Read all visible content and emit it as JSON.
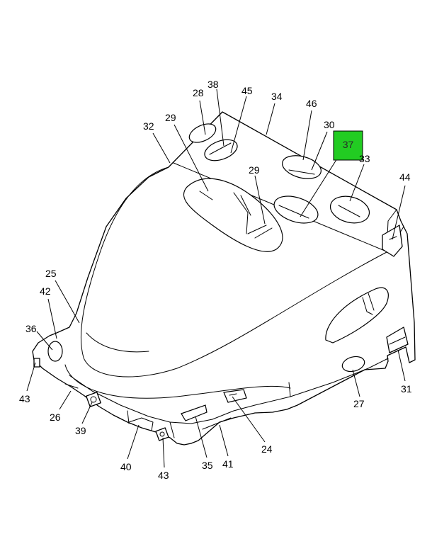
{
  "highlight": {
    "label": "37",
    "color": "#22cc22"
  },
  "callouts": [
    {
      "key": "c28",
      "text": "28"
    },
    {
      "key": "c38",
      "text": "38"
    },
    {
      "key": "c45",
      "text": "45"
    },
    {
      "key": "c34",
      "text": "34"
    },
    {
      "key": "c46",
      "text": "46"
    },
    {
      "key": "c32",
      "text": "32"
    },
    {
      "key": "c29a",
      "text": "29"
    },
    {
      "key": "c30",
      "text": "30"
    },
    {
      "key": "c33",
      "text": "33"
    },
    {
      "key": "c29b",
      "text": "29"
    },
    {
      "key": "c44",
      "text": "44"
    },
    {
      "key": "c25",
      "text": "25"
    },
    {
      "key": "c42",
      "text": "42"
    },
    {
      "key": "c36",
      "text": "36"
    },
    {
      "key": "c43a",
      "text": "43"
    },
    {
      "key": "c26",
      "text": "26"
    },
    {
      "key": "c39",
      "text": "39"
    },
    {
      "key": "c40",
      "text": "40"
    },
    {
      "key": "c43b",
      "text": "43"
    },
    {
      "key": "c35",
      "text": "35"
    },
    {
      "key": "c41",
      "text": "41"
    },
    {
      "key": "c24",
      "text": "24"
    },
    {
      "key": "c27",
      "text": "27"
    },
    {
      "key": "c31",
      "text": "31"
    }
  ],
  "colors": {
    "line": "#000000",
    "background": "#ffffff",
    "highlight": "#22cc22"
  }
}
